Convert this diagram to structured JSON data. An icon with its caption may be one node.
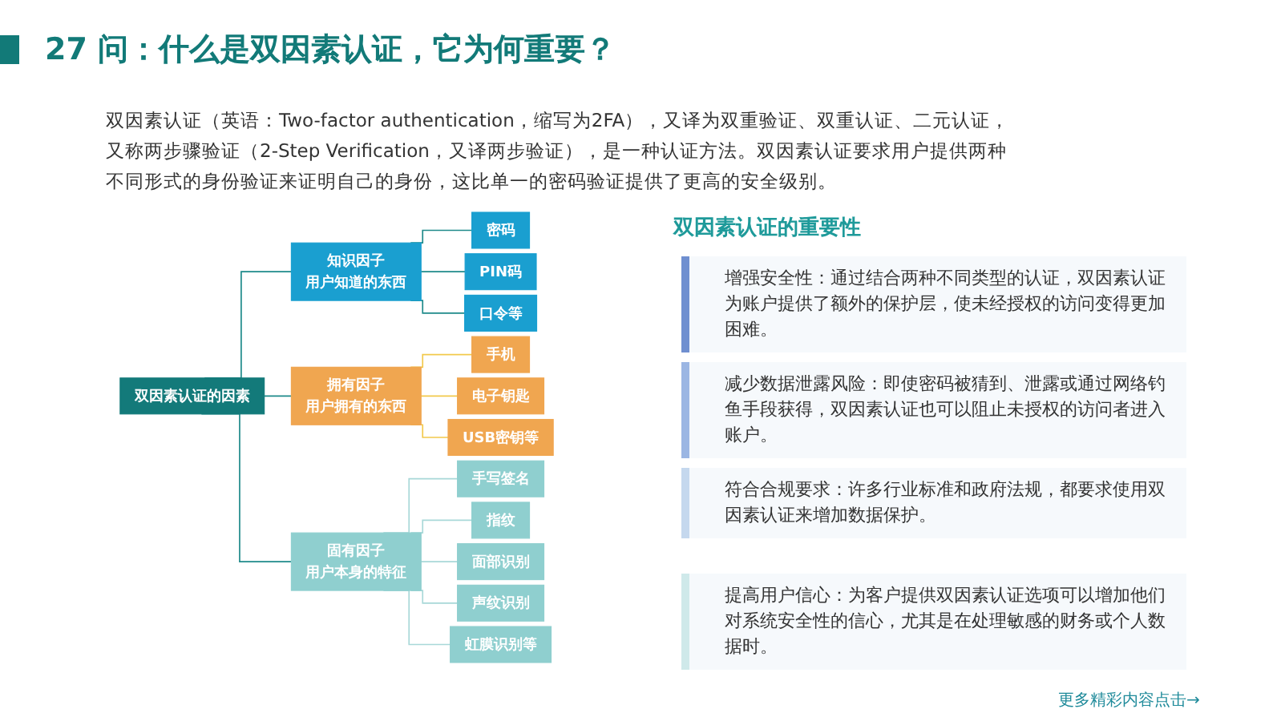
{
  "diagram": {
    "title": "27 问：什么是双因素认证，它为何重要？",
    "nodes": [
      {
        "text": [
          "双因素认证的因素"
        ]
      },
      {
        "text": [
          "知识因子",
          "用户知道的东西"
        ]
      },
      {
        "text": [
          "密码"
        ]
      },
      {
        "text": [
          "PIN码"
        ]
      },
      {
        "text": [
          "口令等"
        ]
      },
      {
        "text": [
          "拥有因子",
          "用户拥有的东西"
        ]
      },
      {
        "text": [
          "手机"
        ]
      },
      {
        "text": [
          "电子钥匙"
        ]
      },
      {
        "text": [
          "USB密钥等"
        ]
      },
      {
        "text": [
          "固有因子",
          "用户本身的特征"
        ]
      },
      {
        "text": [
          "手写签名"
        ]
      },
      {
        "text": [
          "指纹"
        ]
      },
      {
        "text": [
          "面部识别"
        ]
      },
      {
        "text": [
          "声纹识别"
        ]
      },
      {
        "text": [
          "虹膜识别等"
        ]
      }
    ],
    "edges": [
      {
        "from": 0,
        "to": 1,
        "arrow": "none"
      },
      {
        "from": 0,
        "to": 5,
        "arrow": "none"
      },
      {
        "from": 0,
        "to": 9,
        "arrow": "none"
      },
      {
        "from": 1,
        "to": 2,
        "arrow": "none"
      },
      {
        "from": 1,
        "to": 3,
        "arrow": "none"
      },
      {
        "from": 1,
        "to": 4,
        "arrow": "none"
      },
      {
        "from": 5,
        "to": 6,
        "arrow": "none",
        "color": "#f2c94c"
      },
      {
        "from": 5,
        "to": 7,
        "arrow": "none",
        "color": "#f2c94c"
      },
      {
        "from": 5,
        "to": 8,
        "arrow": "none",
        "color": "#f2c94c"
      },
      {
        "from": 9,
        "to": 10,
        "arrow": "none",
        "color": "#a8d8d8"
      },
      {
        "from": 9,
        "to": 11,
        "arrow": "none",
        "color": "#a8d8d8"
      },
      {
        "from": 9,
        "to": 12,
        "arrow": "none",
        "color": "#a8d8d8"
      },
      {
        "from": 9,
        "to": 13,
        "arrow": "none",
        "color": "#a8d8d8"
      },
      {
        "from": 9,
        "to": 14,
        "arrow": "none",
        "color": "#a8d8d8"
      }
    ],
    "labels": [
      "双因素认证（英语：Two-factor authentication，缩写为2FA），又译为双重验证、双重认证、二元认证，又称两步骤验证（2-Step Verification，又译两步验证），是一种认证方法。双因素认证要求用户提供两种不同形式的身份验证来证明自己的身份，这比单一的密码验证提供了更高的安全级别。",
      "双因素认证的重要性",
      "增强安全性：通过结合两种不同类型的认证，双因素认证为账户提供了额外的保护层，使未经授权的访问变得更加困难。",
      "减少数据泄露风险：即使密码被猜到、泄露或通过网络钓鱼手段获得，双因素认证也可以阻止未授权的访问者进入账户。",
      "符合合规要求：许多行业标准和政府法规，都要求使用双因素认证来增加数据保护。",
      "提高用户信心：为客户提供双因素认证选项可以增加他们对系统安全性的信心，尤其是在处理敏感的财务或个人数据时。",
      "更多精彩内容点击→"
    ]
  }
}
